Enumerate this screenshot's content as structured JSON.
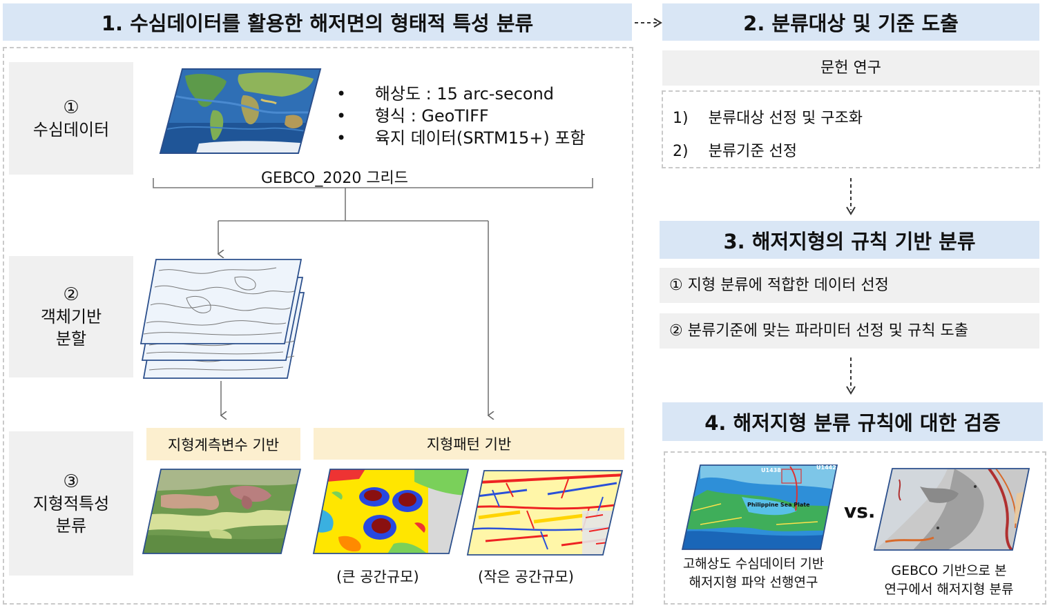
{
  "step1": {
    "title": "1. 수심데이터를 활용한 해저면의 형태적 특성 분류",
    "row1": {
      "circle": "①",
      "label": "수심데이터"
    },
    "row2": {
      "circle": "②",
      "label_line1": "객체기반",
      "label_line2": "분할"
    },
    "row3": {
      "circle": "③",
      "label_line1": "지형적특성",
      "label_line2": "분류"
    },
    "bullets": [
      "해상도 : 15 arc-second",
      "형식 : GeoTIFF",
      "육지 데이터(SRTM15+) 포함"
    ],
    "grid_label": "GEBCO_2020 그리드",
    "var_based": "지형계측변수 기반",
    "pattern_based": "지형패턴 기반",
    "large_scale": "(큰 공간규모)",
    "small_scale": "(작은 공간규모)"
  },
  "step2": {
    "title": "2. 분류대상 및 기준 도출",
    "lit": "문헌 연구",
    "items": [
      {
        "num": "1)",
        "text": "분류대상 선정 및 구조화"
      },
      {
        "num": "2)",
        "text": "분류기준 선정"
      }
    ]
  },
  "step3": {
    "title": "3. 해저지형의 규칙 기반 분류",
    "items": [
      "① 지형 분류에 적합한 데이터 선정",
      "②  분류기준에 맞는 파라미터 선정 및 규칙 도출"
    ]
  },
  "step4": {
    "title": "4. 해저지형 분류 규칙에 대한 검증",
    "vs": "vs.",
    "left_caption_line1": "고해상도 수심데이터 기반",
    "left_caption_line2": "해저지형 파악 선행연구",
    "right_caption_line1": "GEBCO 기반으로 본",
    "right_caption_line2": "연구에서 해저지형 분류",
    "map_labels": {
      "u1438": "U1438",
      "u1442": "U1442",
      "plate": "Philippine Sea Plate"
    }
  },
  "colors": {
    "band": "#d9e6f5",
    "gray_box": "#f0f0f0",
    "yellow_box": "#fcefcf",
    "map_border": "#2b4f8c"
  }
}
